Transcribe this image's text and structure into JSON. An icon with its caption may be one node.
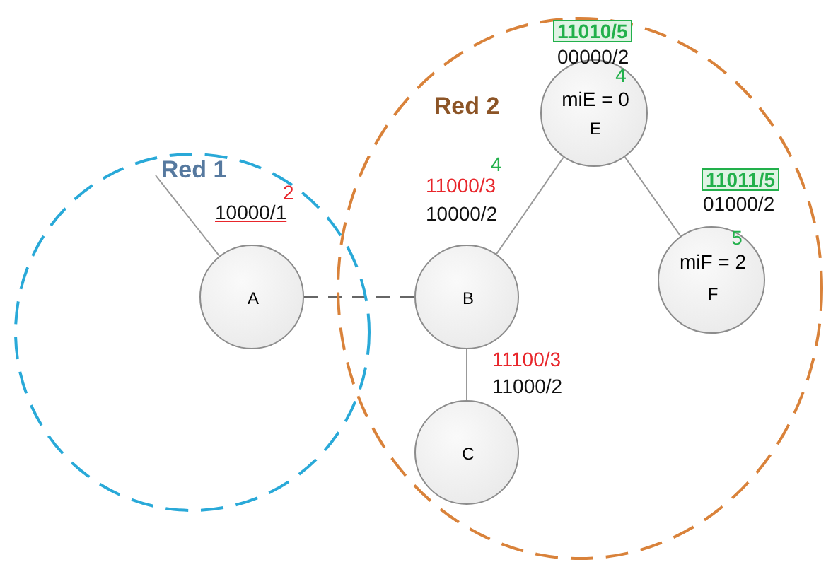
{
  "diagram": {
    "nodes": [
      {
        "text": [
          "Red 1"
        ]
      },
      {
        "text": [
          "Red 2"
        ]
      },
      {
        "text": [
          "A"
        ],
        "in": 0,
        "beside": [
          "2",
          "10000/1"
        ]
      },
      {
        "text": [
          "B"
        ],
        "in": 1,
        "beside": [
          "4",
          "11000/3",
          "10000/2"
        ]
      },
      {
        "text": [
          "C"
        ],
        "in": 1,
        "beside": [
          "11100/3",
          "11000/2"
        ]
      },
      {
        "text": [
          "4",
          "miE = 0",
          "E"
        ],
        "in": 1,
        "beside": [
          "11010/5",
          "00000/2"
        ]
      },
      {
        "text": [
          "5",
          "miF = 2",
          "F"
        ],
        "in": 1,
        "beside": [
          "11011/5",
          "01000/2"
        ]
      }
    ],
    "edges": [
      {
        "from": null,
        "to": 2,
        "arrow": "none"
      },
      {
        "from": 2,
        "to": 3,
        "arrow": "none",
        "style": "dashed"
      },
      {
        "from": 3,
        "to": 4,
        "arrow": "none"
      },
      {
        "from": 3,
        "to": 5,
        "arrow": "none"
      },
      {
        "from": 5,
        "to": 6,
        "arrow": "none"
      }
    ]
  }
}
